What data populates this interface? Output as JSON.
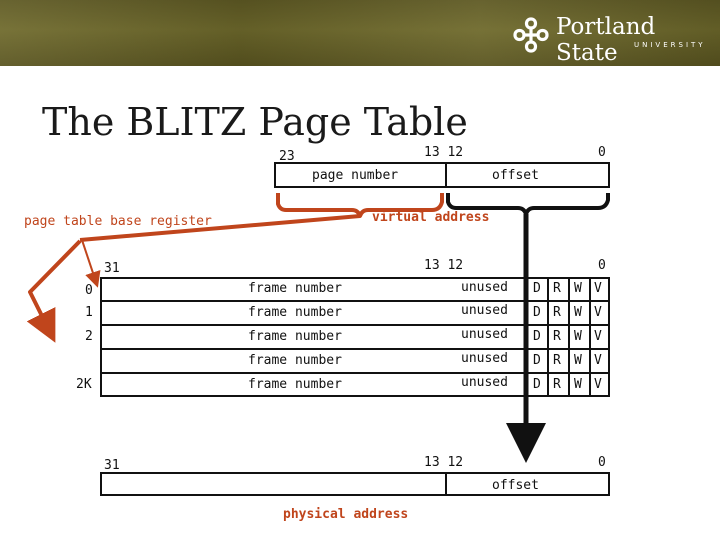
{
  "header": {
    "logo_name": "Portland State",
    "logo_sub": "UNIVERSITY",
    "logo_icon": "psu-logo-mark"
  },
  "slide": {
    "title": "The BLITZ Page Table"
  },
  "virtual_address": {
    "bit_high": "23",
    "bit_mid": "13 12",
    "bit_low": "0",
    "field_page": "page number",
    "field_offset": "offset",
    "label": "virtual address"
  },
  "base_register": {
    "label": "page table base register"
  },
  "page_table": {
    "bit_high": "31",
    "bit_mid": "13 12",
    "bit_low": "0",
    "row_indices": [
      "0",
      "1",
      "2",
      "",
      "2K"
    ],
    "rows": [
      {
        "frame": "frame number",
        "unused": "unused",
        "d": "D",
        "r": "R",
        "w": "W",
        "v": "V"
      },
      {
        "frame": "frame number",
        "unused": "unused",
        "d": "D",
        "r": "R",
        "w": "W",
        "v": "V"
      },
      {
        "frame": "frame number",
        "unused": "unused",
        "d": "D",
        "r": "R",
        "w": "W",
        "v": "V"
      },
      {
        "frame": "frame number",
        "unused": "unused",
        "d": "D",
        "r": "R",
        "w": "W",
        "v": "V"
      },
      {
        "frame": "frame number",
        "unused": "unused",
        "d": "D",
        "r": "R",
        "w": "W",
        "v": "V"
      }
    ]
  },
  "physical_address": {
    "bit_high": "31",
    "bit_mid": "13 12",
    "bit_low": "0",
    "field_offset": "offset",
    "label": "physical address"
  },
  "colors": {
    "accent_red": "#c0451c",
    "banner": "#6a6528",
    "ink": "#111111"
  }
}
